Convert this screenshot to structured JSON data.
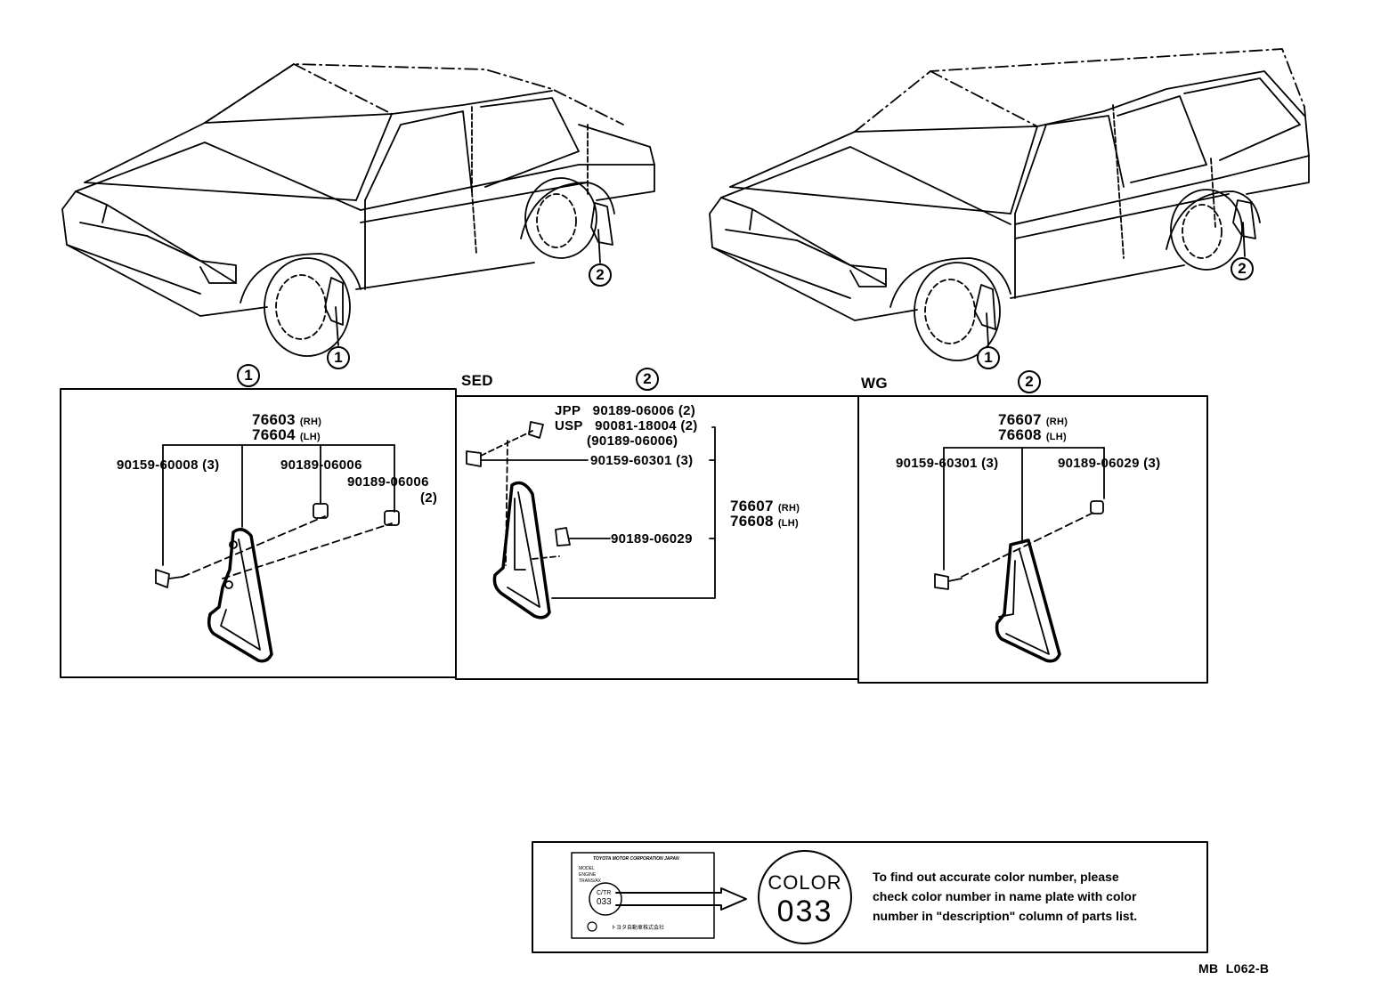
{
  "callouts": {
    "one": "1",
    "two": "2"
  },
  "sections": {
    "sed": "SED",
    "wg": "WG"
  },
  "panel1": {
    "main_rh": "76603",
    "main_lh": "76604",
    "rh": "(RH)",
    "lh": "(LH)",
    "screw": "90159-60008 (3)",
    "clip_a": "90189-06006",
    "clip_b": "90189-06006",
    "clip_b_qty": "(2)"
  },
  "panel2": {
    "jpp_tag": "JPP",
    "jpp_part": "90189-06006 (2)",
    "usp_tag": "USP",
    "usp_part": "90081-18004 (2)",
    "usp_alt": "(90189-06006)",
    "screw": "90159-60301 (3)",
    "main_rh": "76607",
    "main_lh": "76608",
    "rh": "(RH)",
    "lh": "(LH)",
    "clip": "90189-06029"
  },
  "panel3": {
    "main_rh": "76607",
    "main_lh": "76608",
    "rh": "(RH)",
    "lh": "(LH)",
    "screw": "90159-60301 (3)",
    "clip": "90189-06029 (3)"
  },
  "color_box": {
    "disc_word": "COLOR",
    "disc_number": "033",
    "line1": "To find out accurate color number, please",
    "line2": "check color number in name plate with color",
    "line3": "number in \"description\" column of parts list.",
    "plate_header": "TOYOTA MOTOR CORPORATION JAPAN",
    "plate_rows": [
      "MODEL",
      "ENGINE",
      "TRANS/AX"
    ],
    "plate_color": "C/TR",
    "plate_code": "033",
    "plate_footer": "トヨタ自動車株式会社"
  },
  "ref_code": "MB  L062-B"
}
